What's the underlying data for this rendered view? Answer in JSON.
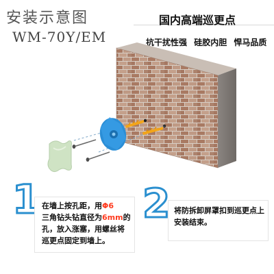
{
  "title": {
    "cn": "安装示意图",
    "model": "WM-70Y/EM"
  },
  "brand": {
    "headline": "国内高端巡更点",
    "features": [
      "抗干扰性强",
      "硅胶内胆",
      "悍马品质"
    ]
  },
  "steps": [
    {
      "number": "1",
      "text_a": "在墙上按孔距，用",
      "highlight_a": "Φ6",
      "text_b": "三角钻头钻直径为",
      "highlight_b": "6mm",
      "text_c": "的孔，放入涨塞，用螺丝将巡更点固定到墙上。"
    },
    {
      "number": "2",
      "text": "将防拆卸屏罩扣到巡更点上安装结束。"
    }
  ],
  "colors": {
    "accent_blue": "#2a8fcf",
    "highlight_red": "#ff3b1f",
    "device_blue": "#2b8ed6",
    "brick": "#b0826c"
  },
  "icons": [
    "wall-brick",
    "screw-icon",
    "anchor-plug-icon",
    "patrol-point-device",
    "protective-cover"
  ]
}
